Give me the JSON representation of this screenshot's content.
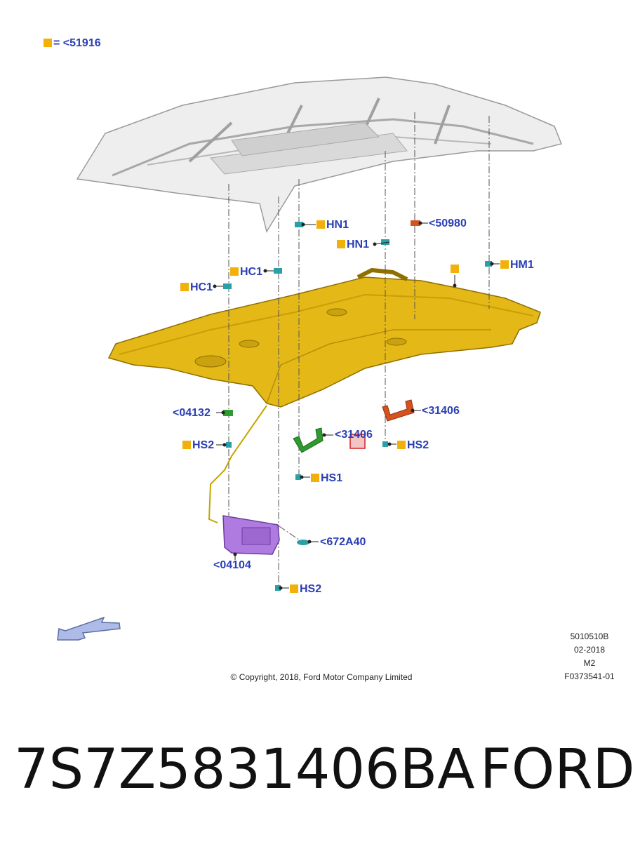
{
  "legend": {
    "swatch_color": "#f2b10a",
    "text": "= <51916"
  },
  "callouts": [
    {
      "id": "hn1-a",
      "text": "HN1",
      "square": true
    },
    {
      "id": "hn1-b",
      "text": "HN1",
      "square": true
    },
    {
      "id": "50980",
      "text": "<50980",
      "square": false
    },
    {
      "id": "hc1-a",
      "text": "HC1",
      "square": true
    },
    {
      "id": "hc1-b",
      "text": "HC1",
      "square": true
    },
    {
      "id": "hm1",
      "text": "HM1",
      "square": true
    },
    {
      "id": "04132",
      "text": "<04132",
      "square": false
    },
    {
      "id": "31406-a",
      "text": "<31406",
      "square": false
    },
    {
      "id": "31406-b",
      "text": "<31406",
      "square": false
    },
    {
      "id": "hs2-a",
      "text": "HS2",
      "square": true
    },
    {
      "id": "hs2-b",
      "text": "HS2",
      "square": true
    },
    {
      "id": "hs1",
      "text": "HS1",
      "square": true
    },
    {
      "id": "672a40",
      "text": "<672A40",
      "square": false
    },
    {
      "id": "04104",
      "text": "<04104",
      "square": false
    },
    {
      "id": "hs2-c",
      "text": "HS2",
      "square": true
    }
  ],
  "info": {
    "code": "5010510B",
    "date": "02-2018",
    "model": "M2",
    "figure": "F0373541-01"
  },
  "copyright": "© Copyright, 2018, Ford Motor Company Limited",
  "footer": {
    "part_number": "7S7Z5831406BA",
    "brand": "FORD"
  },
  "colors": {
    "callout_text": "#2a3fb5",
    "headliner": "#e3b817",
    "sun_visor": "#b07be0",
    "handle_green": "#2f9a2f",
    "handle_orange": "#d5521f",
    "clip_teal": "#2a9fa6",
    "roof_frame": "#d6d6d6"
  }
}
